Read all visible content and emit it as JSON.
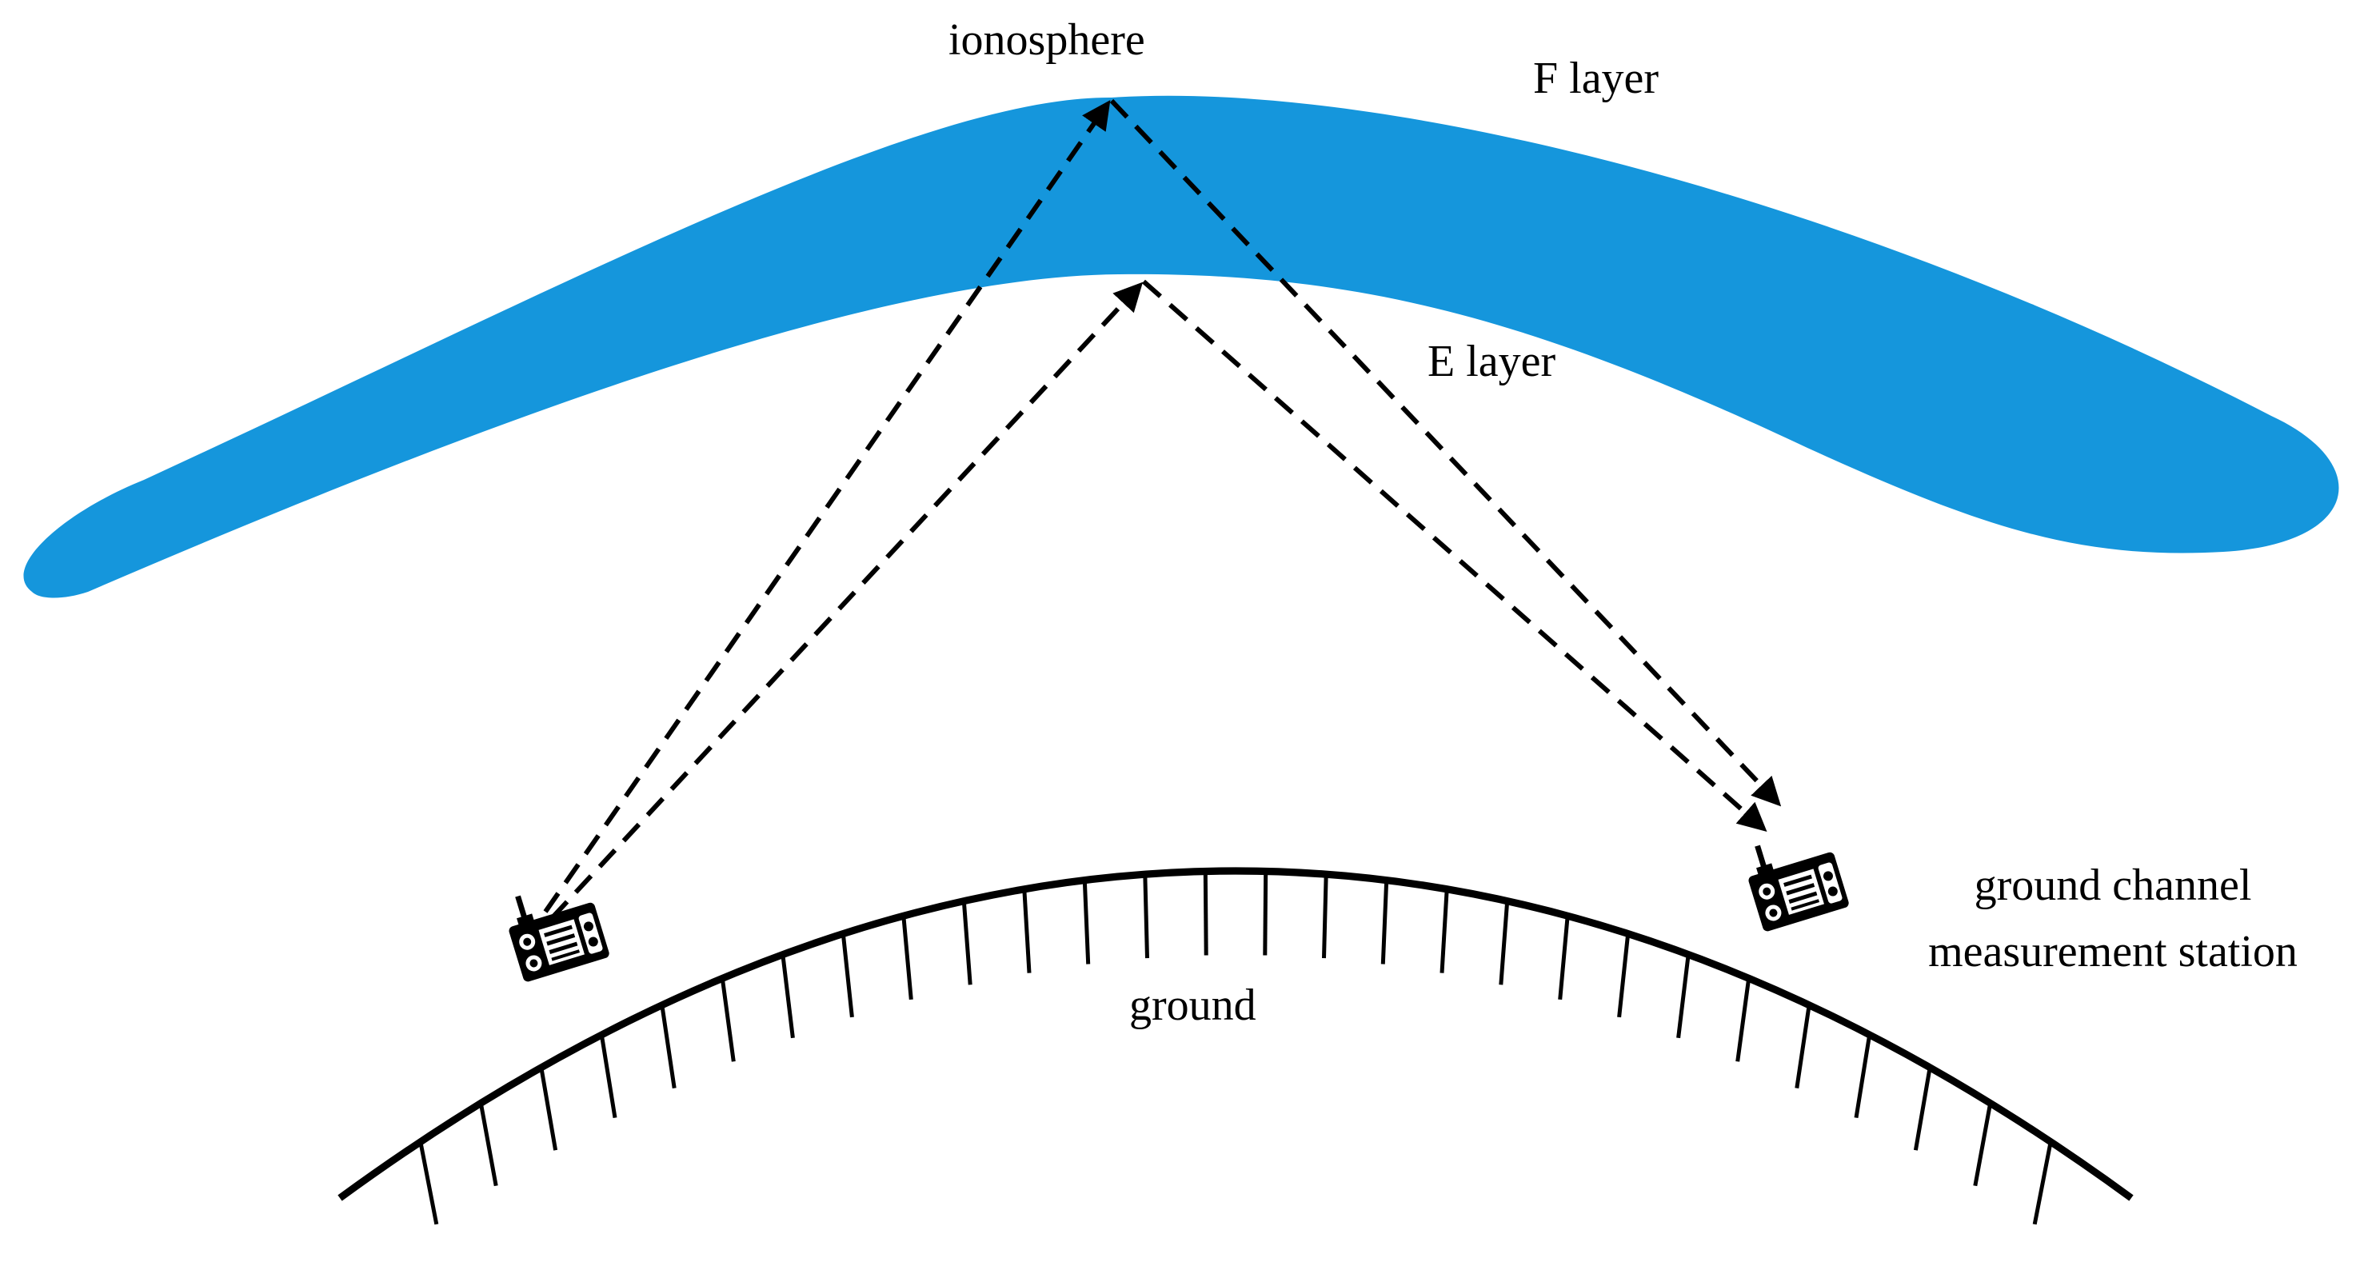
{
  "labels": {
    "ionosphere": "ionosphere",
    "f_layer": "F layer",
    "e_layer": "E layer",
    "ground": "ground",
    "station_line1": "ground channel",
    "station_line2": "measurement station"
  },
  "colors": {
    "ionosphere_fill": "#1596DC",
    "ink": "#000000"
  },
  "icons": {
    "transmitter": "radio-station-icon",
    "receiver": "radio-station-icon"
  }
}
